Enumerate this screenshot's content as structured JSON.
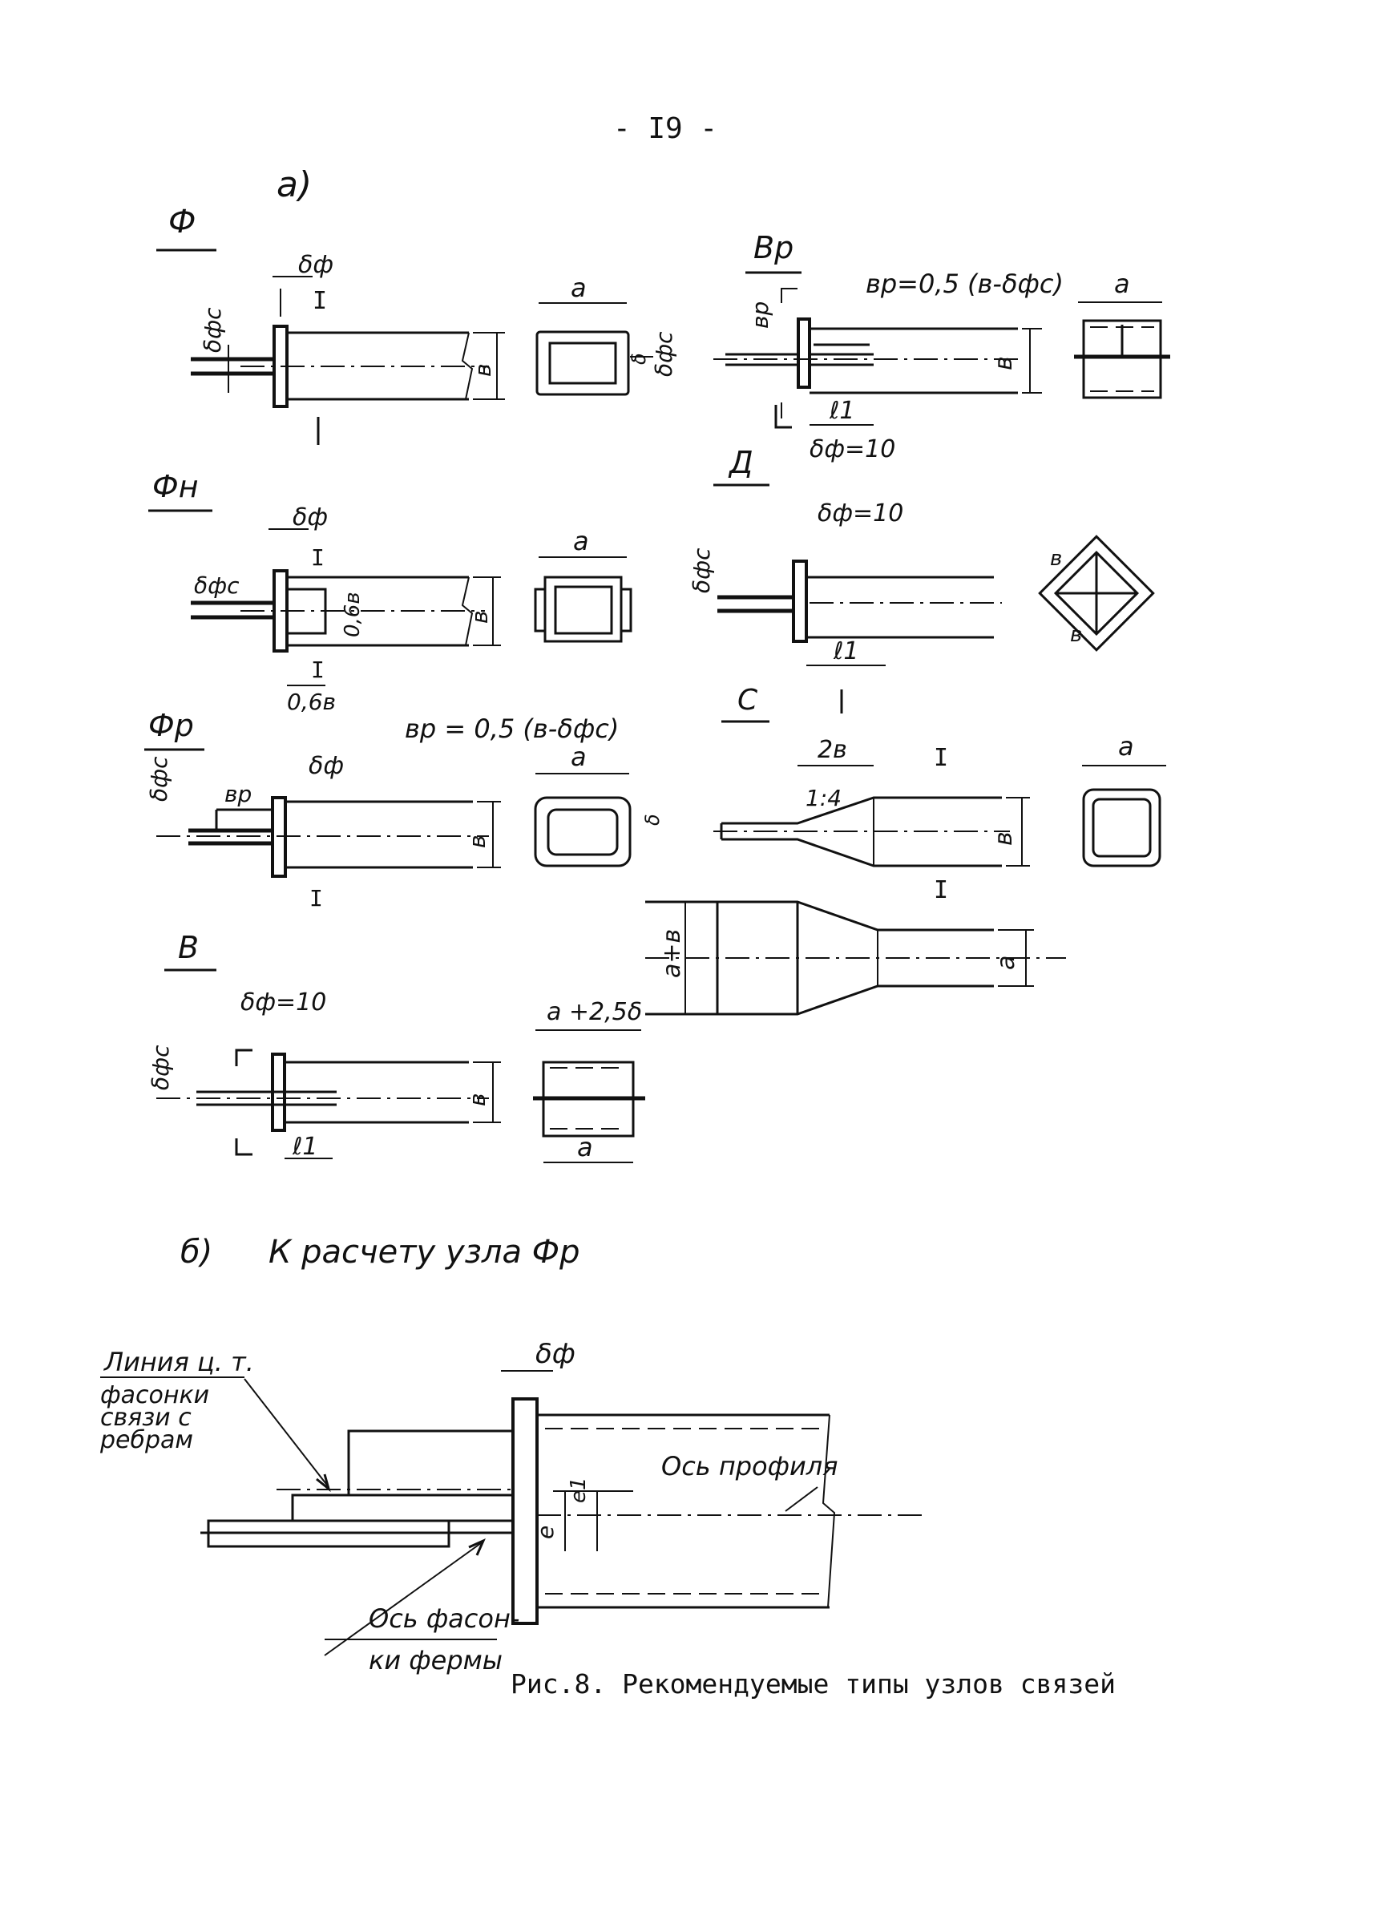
{
  "page_number": "- I9 -",
  "section_a": "а)",
  "section_b_letter": "б)",
  "section_b_title": "К расчету узла Фр",
  "nodes": {
    "f": "Ф",
    "fn": "Фн",
    "fr": "Фр",
    "v": "В",
    "vr": "Вр",
    "d": "Д",
    "s": "С"
  },
  "labels": {
    "delta_f": "δф",
    "delta_fc": "δфс",
    "delta_f10": "δф=10",
    "a": "а",
    "b": "в",
    "b_r": "вр",
    "l1": "ℓ1",
    "b06": "0,6в",
    "br_formula": "вр = 0,5 (в-δфс)",
    "br_formula_top": "вр=0,5 (в-δфс)",
    "slope": "1:4",
    "two_b": "2в",
    "a_plus_b": "а+в",
    "a_plus_25d": "а +2,5δ",
    "delta_s": "δ",
    "i_mark": "I",
    "e": "е",
    "e1": "е1"
  },
  "detail_b": {
    "line_ct": "Линия ц. т.",
    "gusset_1": "фасонки",
    "gusset_2": "связи с",
    "gusset_3": "ребрам",
    "axis_profile": "Ось профиля",
    "axis_truss_1": "Ось фасон-",
    "axis_truss_2": "ки фермы"
  },
  "caption": "Рис.8. Рекомендуемые типы узлов связей"
}
